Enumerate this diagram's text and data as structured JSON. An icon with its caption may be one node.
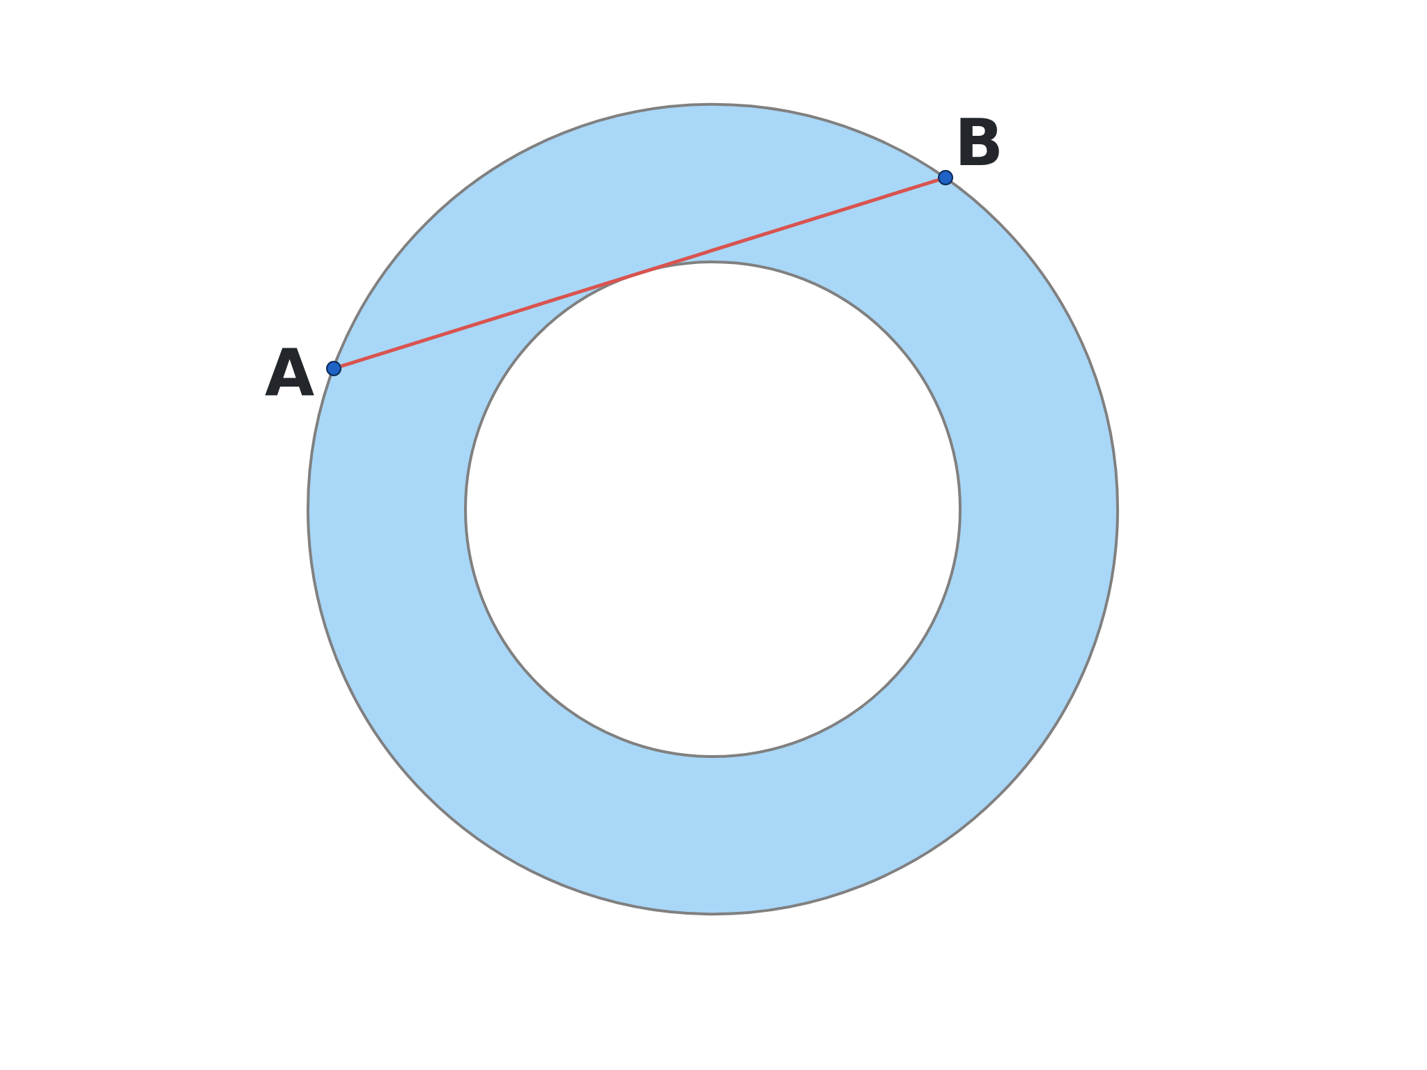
{
  "diagram": {
    "nodes": [
      {
        "text": [
          "A"
        ]
      },
      {
        "text": [
          "B"
        ]
      }
    ],
    "edges": [
      {
        "from": 0,
        "to": 1,
        "arrow": "none"
      }
    ]
  }
}
